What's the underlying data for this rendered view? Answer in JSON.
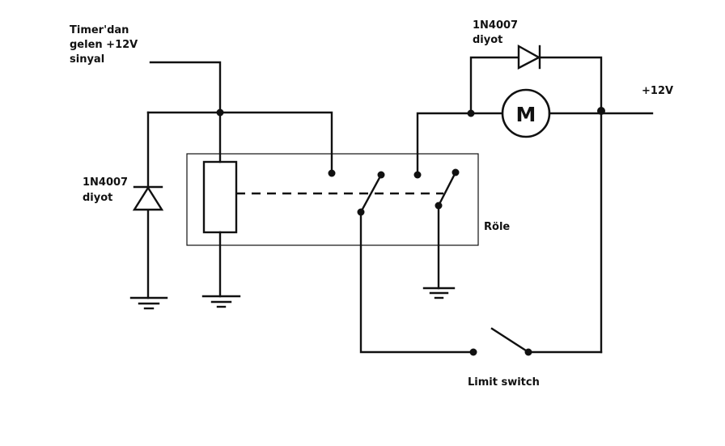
{
  "labels": {
    "timer_signal": [
      "Timer'dan",
      "gelen +12V",
      "sinyal"
    ],
    "diode_top": [
      "1N4007",
      "diyot"
    ],
    "diode_left": [
      "1N4007",
      "diyot"
    ],
    "supply": "+12V",
    "relay": "Röle",
    "limit_switch": "Limit switch",
    "motor": "M"
  },
  "colors": {
    "ink": "#111111",
    "background": "#ffffff"
  }
}
